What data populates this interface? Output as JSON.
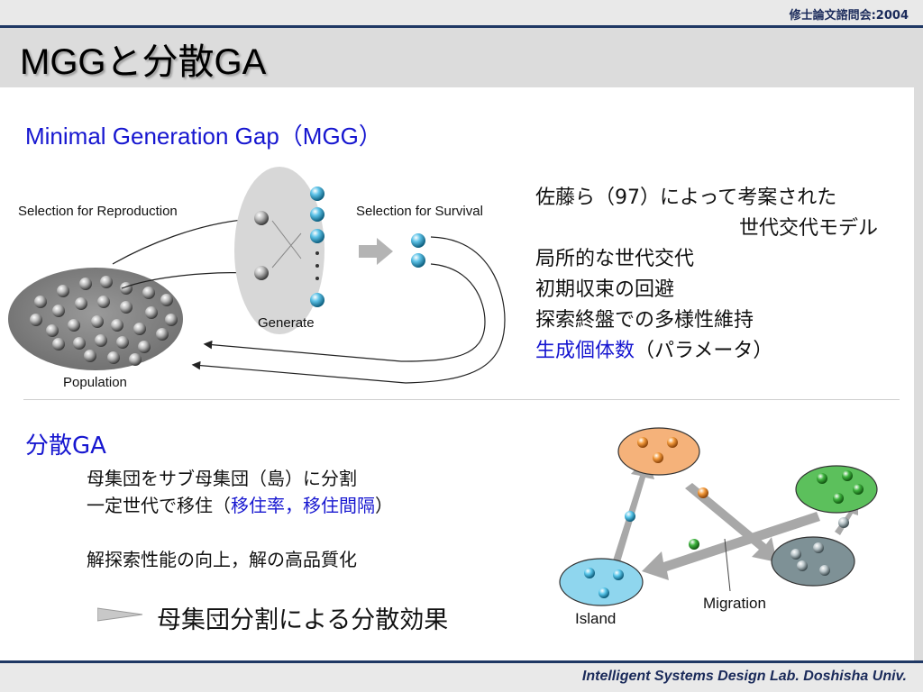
{
  "header": {
    "event_label": "修士論文諮問会:2004",
    "title": "MGGと分散GA"
  },
  "mgg": {
    "heading": "Minimal Generation Gap（MGG）",
    "diagram": {
      "selection_reproduction": "Selection for Reproduction",
      "selection_survival": "Selection for Survival",
      "generate": "Generate",
      "population": "Population"
    },
    "notes": {
      "line1": "佐藤ら（97）によって考案された",
      "line2": "世代交代モデル",
      "line3": "局所的な世代交代",
      "line4": "初期収束の回避",
      "line5": "探索終盤での多様性維持",
      "line6_emph": "生成個体数",
      "line6_rest": "（パラメータ）"
    }
  },
  "dga": {
    "heading": "分散GA",
    "item1": "母集団をサブ母集団（島）に分割",
    "item2_pre": "一定世代で移住（",
    "item2_emph": "移住率，移住間隔",
    "item2_post": "）",
    "item3": "解探索性能の向上，解の高品質化",
    "conclusion": "母集団分割による分散効果",
    "diagram": {
      "island_label": "Island",
      "migration_label": "Migration"
    }
  },
  "colors": {
    "accent_blue": "#1616d0",
    "navy": "#1f3864",
    "island_orange": "#f5b27a",
    "island_green": "#5cc05c",
    "island_blue": "#8fd6ee",
    "island_gray": "#7e9196"
  },
  "footer": {
    "lab": "Intelligent Systems Design Lab. Doshisha Univ."
  }
}
